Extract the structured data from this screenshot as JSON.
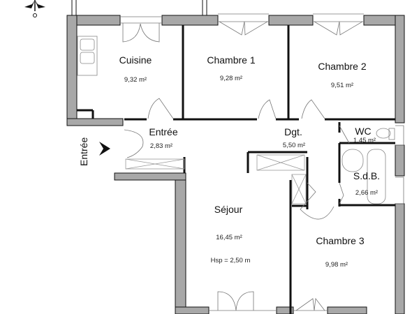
{
  "plan": {
    "type": "floor-plan",
    "colors": {
      "wall_exterior": "#a8a8a8",
      "wall_line": "#111111",
      "fixture": "#888888",
      "background": "#ffffff"
    },
    "compass": "compass-rose-icon",
    "entrance_label": "Entrée",
    "entrance_arrow": "arrow-right-icon",
    "rooms": [
      {
        "name": "Cuisine",
        "area": "9,32 m²"
      },
      {
        "name": "Chambre 1",
        "area": "9,28 m²"
      },
      {
        "name": "Chambre 2",
        "area": "9,51 m²"
      },
      {
        "name": "Entrée",
        "area": "2,83 m²"
      },
      {
        "name": "Dgt.",
        "area": "5,50 m²"
      },
      {
        "name": "WC",
        "area": "1,45 m²"
      },
      {
        "name": "S.d.B.",
        "area": "2,66 m²"
      },
      {
        "name": "Séjour",
        "area": "16,45 m²",
        "note": "Hsp = 2,50 m"
      },
      {
        "name": "Chambre 3",
        "area": "9,98 m²"
      }
    ]
  }
}
